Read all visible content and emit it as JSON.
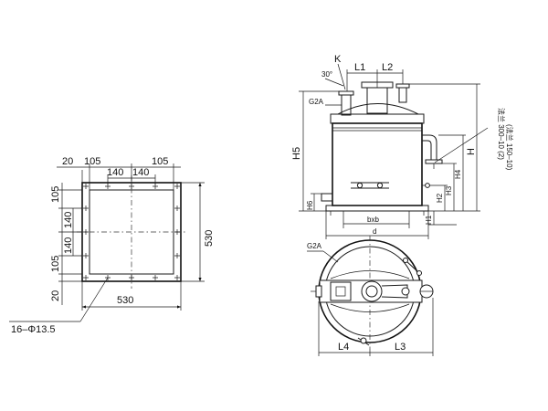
{
  "plan_view": {
    "top_dims": [
      "20",
      "105",
      "105"
    ],
    "top_dims_inner": [
      "140",
      "140"
    ],
    "left_dims": [
      "105",
      "140",
      "140",
      "105",
      "20"
    ],
    "right_dim": "530",
    "bottom_dim": "530",
    "hole_callout": "16–Φ13.5"
  },
  "side_view": {
    "labels": {
      "k": "K",
      "angle": "30°",
      "l1": "L1",
      "l2": "L2",
      "g2a": "G2A",
      "h5": "H5",
      "h6": "H6",
      "bxb": "bxb",
      "d": "d",
      "h1": "H1",
      "h2": "H2",
      "h3": "H3",
      "h4": "H4",
      "h": "H",
      "flange1": "法兰 300–10 (2)",
      "flange2": "(法兰 150–10)"
    }
  },
  "top_view": {
    "labels": {
      "g2a": "G2A",
      "l4": "L4",
      "l3": "L3"
    }
  }
}
